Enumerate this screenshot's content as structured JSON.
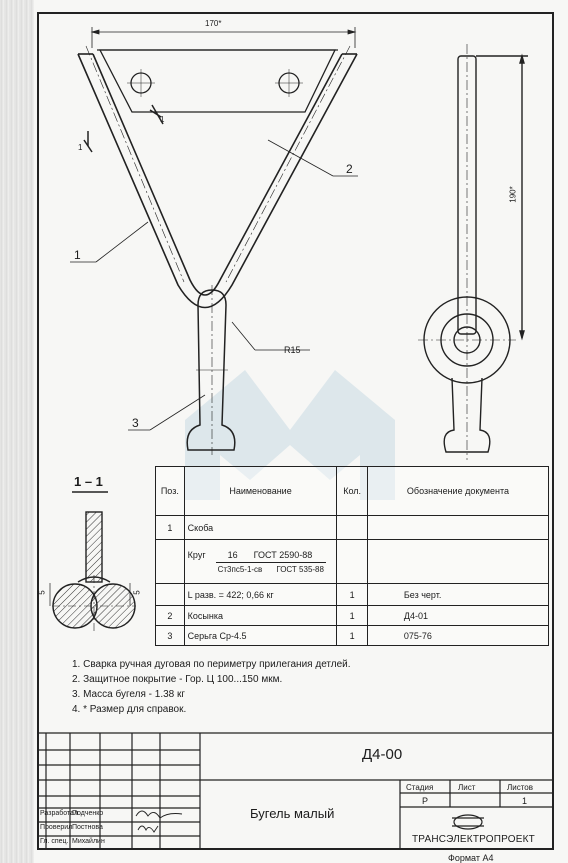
{
  "drawing": {
    "dims": {
      "width_top": "170*",
      "height_side": "190*",
      "radius": "R15",
      "section_dim_a": "5",
      "section_dim_b": "5"
    },
    "callouts": {
      "c1": "1",
      "c2": "2",
      "c3": "3",
      "t_left": "1",
      "t_right": "1"
    },
    "section_label": "1 – 1"
  },
  "spec_table": {
    "headers": {
      "pos": "Поз.",
      "name": "Наименование",
      "qty": "Кол.",
      "doc": "Обозначение документа"
    },
    "rows": [
      {
        "pos": "1",
        "name": "Скоба",
        "qty": "",
        "doc": ""
      },
      {
        "pos": "",
        "name": "Круг",
        "krug_top_num": "16",
        "krug_top_std": "ГОСТ 2590-88",
        "krug_bot_mat": "Ст3пс5-1-св",
        "krug_bot_std": "ГОСТ 535-88",
        "qty": "",
        "doc": ""
      },
      {
        "pos": "",
        "name": "L разв. = 422; 0,66 кг",
        "qty": "1",
        "doc": "Без черт."
      },
      {
        "pos": "2",
        "name": "Косынка",
        "qty": "1",
        "doc": "Д4-01"
      },
      {
        "pos": "3",
        "name": "Серьга Ср-4.5",
        "qty": "1",
        "doc": "075-76"
      }
    ]
  },
  "notes": [
    "1. Сварка ручная дуговая по периметру прилегания детлей.",
    "2. Защитное покрытие - Гор. Ц 100...150  мкм.",
    "3.  Масса бугеля - 1.38 кг",
    "4. * Размер для справок."
  ],
  "title_block": {
    "code": "Д4-00",
    "title": "Бугель малый",
    "stage_header": "Стадия",
    "sheet_header": "Лист",
    "sheets_header": "Листов",
    "stage_value": "Р",
    "sheet_value": "",
    "sheets_value": "1",
    "organization": "ТРАНСЭЛЕКТРОПРОЕКТ",
    "format": "Формат А4",
    "roles": [
      {
        "role": "Разработал",
        "name": "Подченко"
      },
      {
        "role": "Проверил",
        "name": "Постнова"
      },
      {
        "role": "Гл. спец.",
        "name": "Михайлин"
      }
    ]
  }
}
